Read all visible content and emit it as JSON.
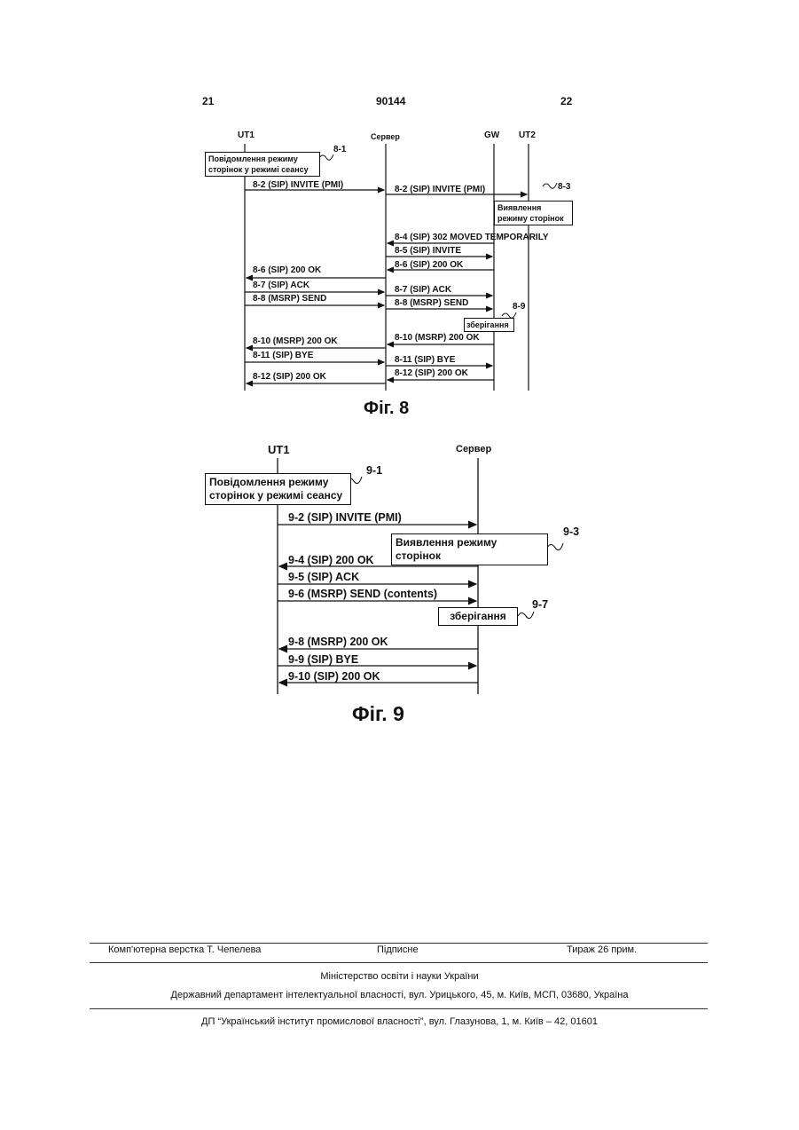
{
  "page": {
    "left_number": "21",
    "doc_number": "90144",
    "right_number": "22"
  },
  "fig8": {
    "entities": {
      "ut1": "UT1",
      "server": "Сервер",
      "gw": "GW",
      "ut2": "UT2"
    },
    "box_8_1": {
      "line1": "Повідомлення режиму",
      "line2": "сторінок у режимі сеансу",
      "ref": "8-1"
    },
    "box_8_3": {
      "line1": "Виявлення",
      "line2": "режиму сторінок",
      "ref": "8-3"
    },
    "box_8_9": {
      "text": "зберігання",
      "ref": "8-9"
    },
    "messages": [
      "8-2 (SIP) INVITE (PMI)",
      "8-2 (SIP) INVITE (PMI)",
      "8-4 (SIP) 302 MOVED TEMPORARILY",
      "8-5 (SIP) INVITE",
      "8-6 (SIP) 200 OK",
      "8-6 (SIP) 200 OK",
      "8-7 (SIP) ACK",
      "8-7 (SIP) ACK",
      "8-8 (MSRP) SEND",
      "8-8 (MSRP) SEND",
      "8-10 (MSRP) 200 OK",
      "8-10 (MSRP) 200 OK",
      "8-11 (SIP) BYE",
      "8-11 (SIP) BYE",
      "8-12 (SIP) 200 OK",
      "8-12 (SIP) 200 OK"
    ],
    "caption": "Фіг. 8"
  },
  "fig9": {
    "entities": {
      "ut1": "UT1",
      "server": "Сервер"
    },
    "box_9_1": {
      "line1": "Повідомлення режиму",
      "line2": "сторінок у режимі сеансу",
      "ref": "9-1"
    },
    "box_9_3": {
      "text": "Виявлення режиму сторінок",
      "ref": "9-3"
    },
    "box_9_7": {
      "text": "зберігання",
      "ref": "9-7"
    },
    "messages": [
      "9-2 (SIP) INVITE (PMI)",
      "9-4 (SIP) 200 OK",
      "9-5 (SIP) ACK",
      "9-6 (MSRP) SEND (contents)",
      "9-8 (MSRP) 200 OK",
      "9-9 (SIP) BYE",
      "9-10 (SIP) 200 OK"
    ],
    "caption": "Фіг. 9"
  },
  "footer": {
    "layout_by": "Комп'ютерна верстка Т. Чепелева",
    "signed": "Підписне",
    "circulation": "Тираж 26 прим.",
    "ministry": "Міністерство освіти і науки України",
    "department": "Державний департамент інтелектуальної власності, вул. Урицького, 45, м. Київ, МСП, 03680, Україна",
    "institute": "ДП “Український інститут промислової власності”, вул. Глазунова, 1, м. Київ – 42, 01601"
  }
}
